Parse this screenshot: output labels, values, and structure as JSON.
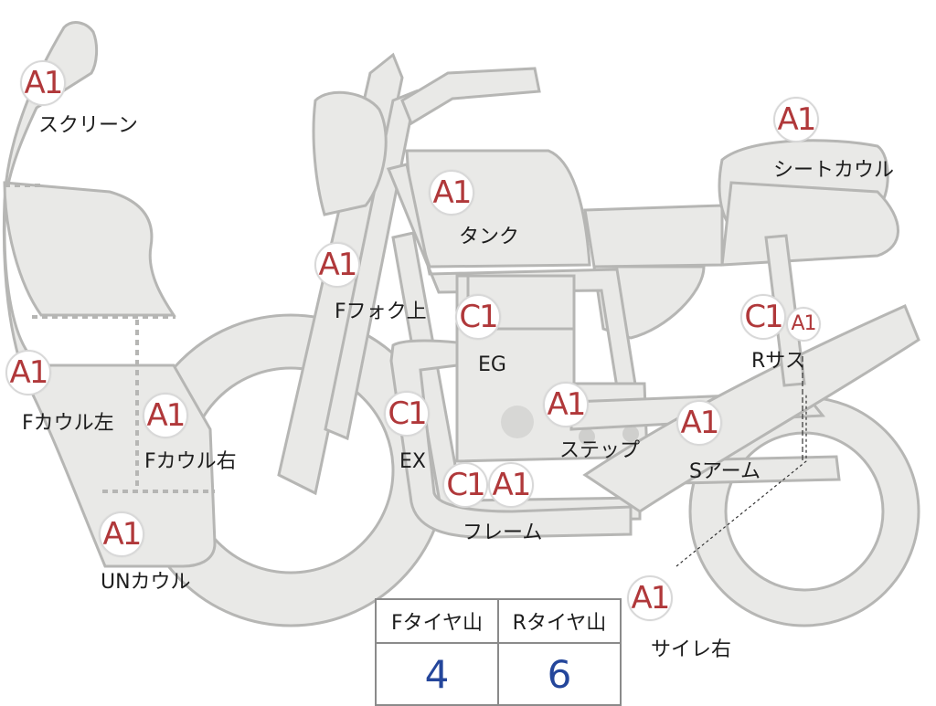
{
  "parts": [
    {
      "id": "screen",
      "grade": "A1",
      "label": "スクリーン"
    },
    {
      "id": "seat-cowl",
      "grade": "A1",
      "label": "シートカウル"
    },
    {
      "id": "tank",
      "grade": "A1",
      "label": "タンク"
    },
    {
      "id": "f-fork-upper",
      "grade": "A1",
      "label": "Fフォク上"
    },
    {
      "id": "engine",
      "grade": "C1",
      "label": "EG"
    },
    {
      "id": "r-suspension",
      "grade": "C1",
      "grade2": "A1",
      "label": "Rサス"
    },
    {
      "id": "f-cowl-left",
      "grade": "A1",
      "label": "Fカウル左"
    },
    {
      "id": "f-cowl-right",
      "grade": "A1",
      "label": "Fカウル右"
    },
    {
      "id": "exhaust",
      "grade": "C1",
      "label": "EX"
    },
    {
      "id": "step",
      "grade": "A1",
      "label": "ステップ"
    },
    {
      "id": "swing-arm",
      "grade": "A1",
      "label": "Sアーム"
    },
    {
      "id": "frame",
      "grade": "C1",
      "grade2": "A1",
      "label": "フレーム"
    },
    {
      "id": "under-cowl",
      "grade": "A1",
      "label": "UNカウル"
    },
    {
      "id": "silencer-right",
      "grade": "A1",
      "label": "サイレ右"
    }
  ],
  "tread": {
    "front_label": "Fタイヤ山",
    "rear_label": "Rタイヤ山",
    "front_value": "4",
    "rear_value": "6"
  },
  "colors": {
    "grade_text": "#b0383a",
    "tread_value": "#24469b",
    "part_fill": "#e9e9e7",
    "part_stroke": "#b6b6b4"
  }
}
